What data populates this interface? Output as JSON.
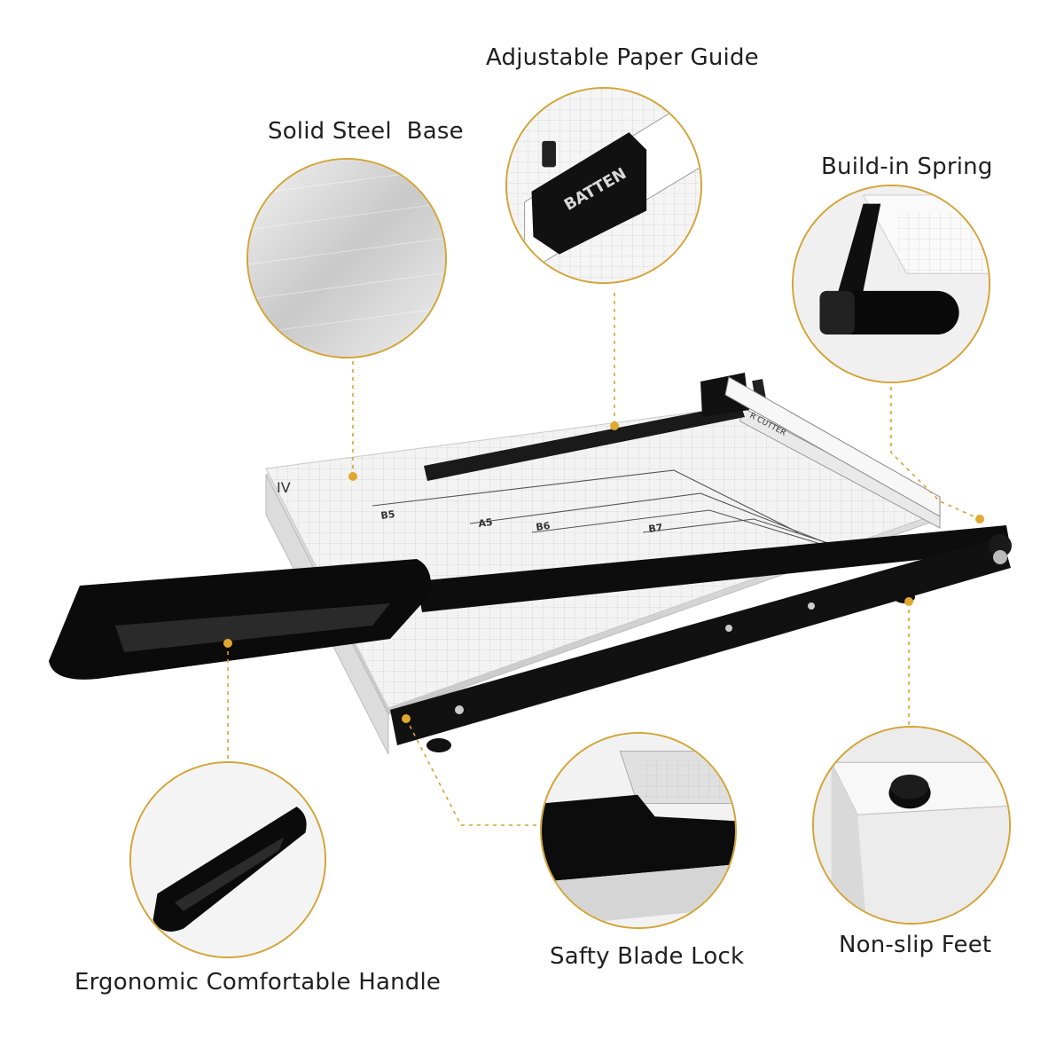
{
  "labels": {
    "paper_guide": "Adjustable Paper Guide",
    "steel_base": "Solid Steel  Base",
    "spring": "Build-in Spring",
    "handle": "Ergonomic Comfortable Handle",
    "blade_lock": "Safty Blade Lock",
    "feet": "Non-slip Feet"
  },
  "product": {
    "guide_brand": "BATTEN",
    "cutter_text": "R CUTTER",
    "size_marks": [
      "B5",
      "A5",
      "B6",
      "B7",
      "IV"
    ]
  },
  "colors": {
    "accent": "#d3a437",
    "body": "#111111",
    "base": "#f2f2f2"
  }
}
